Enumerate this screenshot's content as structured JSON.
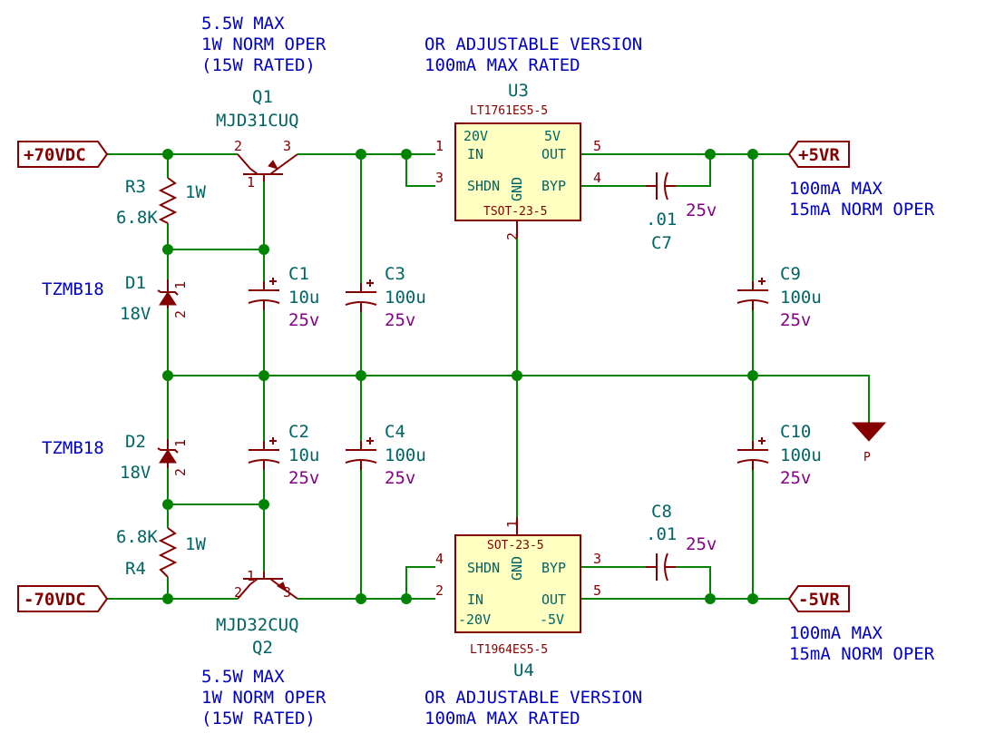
{
  "notes": {
    "q1": [
      "5.5W MAX",
      "1W NORM OPER",
      "(15W RATED)"
    ],
    "q2": [
      "5.5W MAX",
      "1W NORM OPER",
      "(15W RATED)"
    ],
    "u3": [
      "OR ADJUSTABLE VERSION",
      "100mA MAX RATED"
    ],
    "u4": [
      "OR ADJUSTABLE VERSION",
      "100mA MAX RATED"
    ],
    "out_pos": [
      "100mA MAX",
      "15mA NORM OPER"
    ],
    "out_neg": [
      "100mA MAX",
      "15mA NORM OPER"
    ]
  },
  "power_flags": {
    "pos_in": "+70VDC",
    "neg_in": "-70VDC",
    "pos_out": "+5VR",
    "neg_out": "-5VR"
  },
  "ground_label": "P",
  "components": {
    "Q1": {
      "ref": "Q1",
      "value": "MJD31CUQ",
      "pins": {
        "b": "2",
        "c": "3",
        "e": "1"
      }
    },
    "Q2": {
      "ref": "Q2",
      "value": "MJD32CUQ",
      "pins": {
        "b": "2",
        "c": "3",
        "e": "1"
      }
    },
    "R3": {
      "ref": "R3",
      "value": "6.8K",
      "power": "1W"
    },
    "R4": {
      "ref": "R4",
      "value": "6.8K",
      "power": "1W"
    },
    "D1": {
      "ref": "D1",
      "part": "TZMB18",
      "value": "18V",
      "pins": [
        "1",
        "2"
      ]
    },
    "D2": {
      "ref": "D2",
      "part": "TZMB18",
      "value": "18V",
      "pins": [
        "1",
        "2"
      ]
    },
    "C1": {
      "ref": "C1",
      "value": "10u",
      "voltage": "25v"
    },
    "C2": {
      "ref": "C2",
      "value": "10u",
      "voltage": "25v"
    },
    "C3": {
      "ref": "C3",
      "value": "100u",
      "voltage": "25v"
    },
    "C4": {
      "ref": "C4",
      "value": "100u",
      "voltage": "25v"
    },
    "C7": {
      "ref": "C7",
      "value": ".01",
      "voltage": "25v"
    },
    "C8": {
      "ref": "C8",
      "value": ".01",
      "voltage": "25v"
    },
    "C9": {
      "ref": "C9",
      "value": "100u",
      "voltage": "25v"
    },
    "C10": {
      "ref": "C10",
      "value": "100u",
      "voltage": "25v"
    },
    "U3": {
      "ref": "U3",
      "value": "LT1761ES5-5",
      "footprint": "TSOT-23-5",
      "pin_names": {
        "in_v": "20V",
        "in": "IN",
        "shdn": "SHDN",
        "gnd": "GND",
        "out_v": "5V",
        "out": "OUT",
        "byp": "BYP"
      },
      "pin_nums": {
        "in": "1",
        "shdn": "3",
        "gnd": "2",
        "out": "5",
        "byp": "4"
      }
    },
    "U4": {
      "ref": "U4",
      "value": "LT1964ES5-5",
      "footprint": "SOT-23-5",
      "pin_names": {
        "shdn": "SHDN",
        "gnd": "GND",
        "byp": "BYP",
        "in": "IN",
        "out": "OUT",
        "in_v": "-20V",
        "out_v": "-5V"
      },
      "pin_nums": {
        "shdn": "4",
        "gnd": "1",
        "byp": "3",
        "in": "2",
        "out": "5"
      }
    }
  }
}
